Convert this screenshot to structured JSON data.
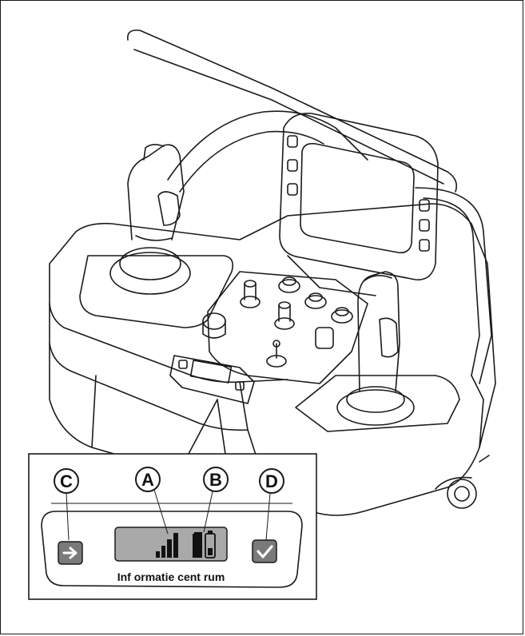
{
  "callouts": {
    "a": "A",
    "b": "B",
    "c": "C",
    "d": "D"
  },
  "panel": {
    "caption": "Inf ormatie cent rum",
    "left_button_icon": "arrow-right-icon",
    "right_button_icon": "checkmark-icon",
    "signal_icon": "signal-bars-icon",
    "battery_icon": "battery-icon"
  },
  "colors": {
    "button_fill": "#7a7a7a",
    "display_fill": "#a9a9a9",
    "line": "#1a1a1a"
  }
}
